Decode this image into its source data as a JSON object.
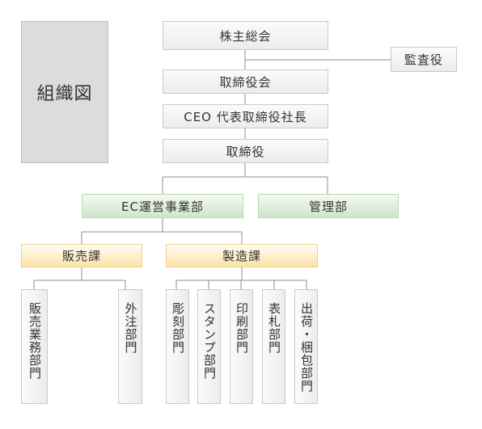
{
  "title": "組織図",
  "nodes": {
    "shareholders": "株主総会",
    "auditor": "監査役",
    "board": "取締役会",
    "ceo": "CEO 代表取締役社長",
    "directors": "取締役",
    "ec": "EC運営事業部",
    "admin": "管理部",
    "sales": "販売課",
    "manufacturing": "製造課",
    "sales_ops": "販売業務部門",
    "outsourcing": "外注部門",
    "engraving": "彫刻部門",
    "stamp": "スタンプ部門",
    "printing": "印刷部門",
    "nameplate": "表札部門",
    "shipping": "出荷・梱包部門"
  },
  "colors": {
    "gray_box": "#ececec",
    "green_box": "#cfe5ca",
    "yellow_box": "#fbe3a6",
    "title_box": "#dcdcdc",
    "line": "#8f8f8f"
  }
}
